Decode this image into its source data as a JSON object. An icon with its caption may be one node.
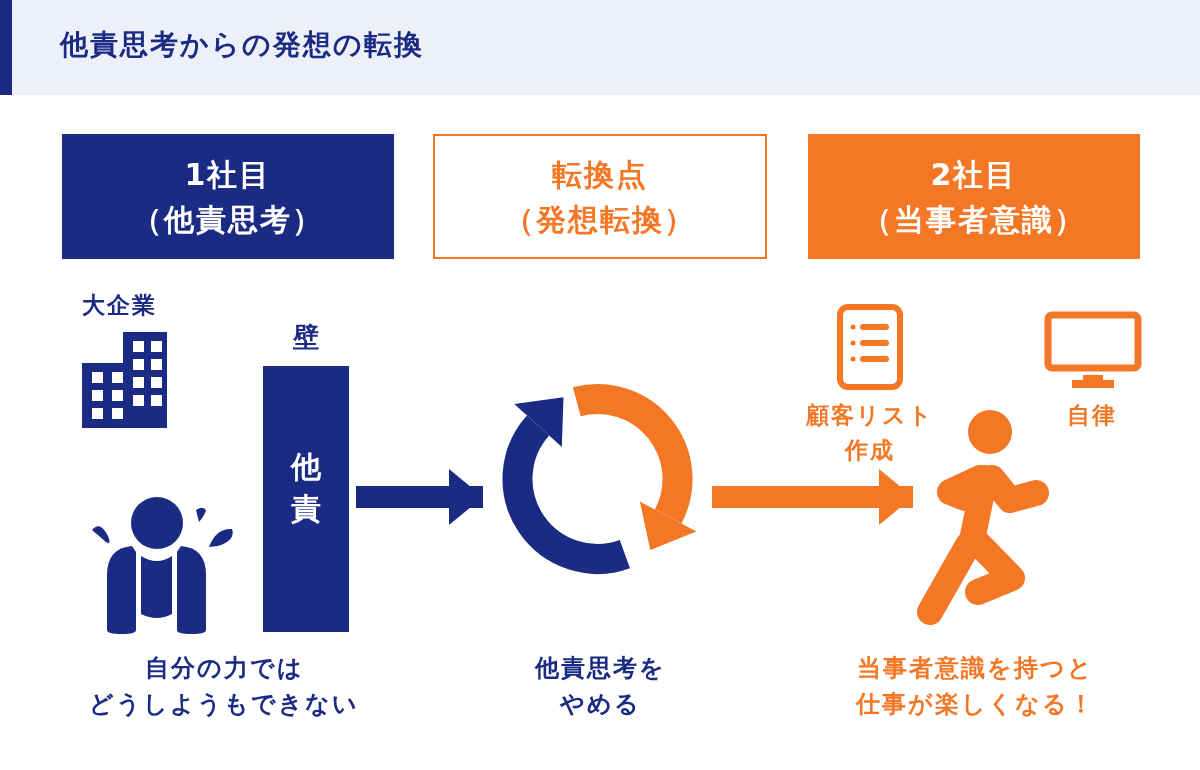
{
  "diagram": {
    "title": "他責思考からの発想の転換",
    "nodes": [
      {
        "text": [
          "1社目（他責思考）"
        ]
      },
      {
        "text": [
          "転換点（発想転換）"
        ]
      },
      {
        "text": [
          "2社目（当事者意識）"
        ]
      },
      {
        "text": [
          "壁",
          "他責"
        ]
      },
      {
        "text": [],
        "shape": "picture"
      },
      {
        "text": [],
        "shape": "person"
      }
    ],
    "edges": [
      {
        "from": 3,
        "to": 4,
        "arrow": "to",
        "color": "#1b2b84"
      },
      {
        "from": 4,
        "to": 5,
        "arrow": "to",
        "color": "#f47725"
      }
    ],
    "labels": [
      "大企業",
      "自分の力ではどうしようもできない",
      "他責思考をやめる",
      "顧客リスト作成",
      "自律",
      "当事者意識を持つと仕事が楽しくなる！"
    ]
  }
}
